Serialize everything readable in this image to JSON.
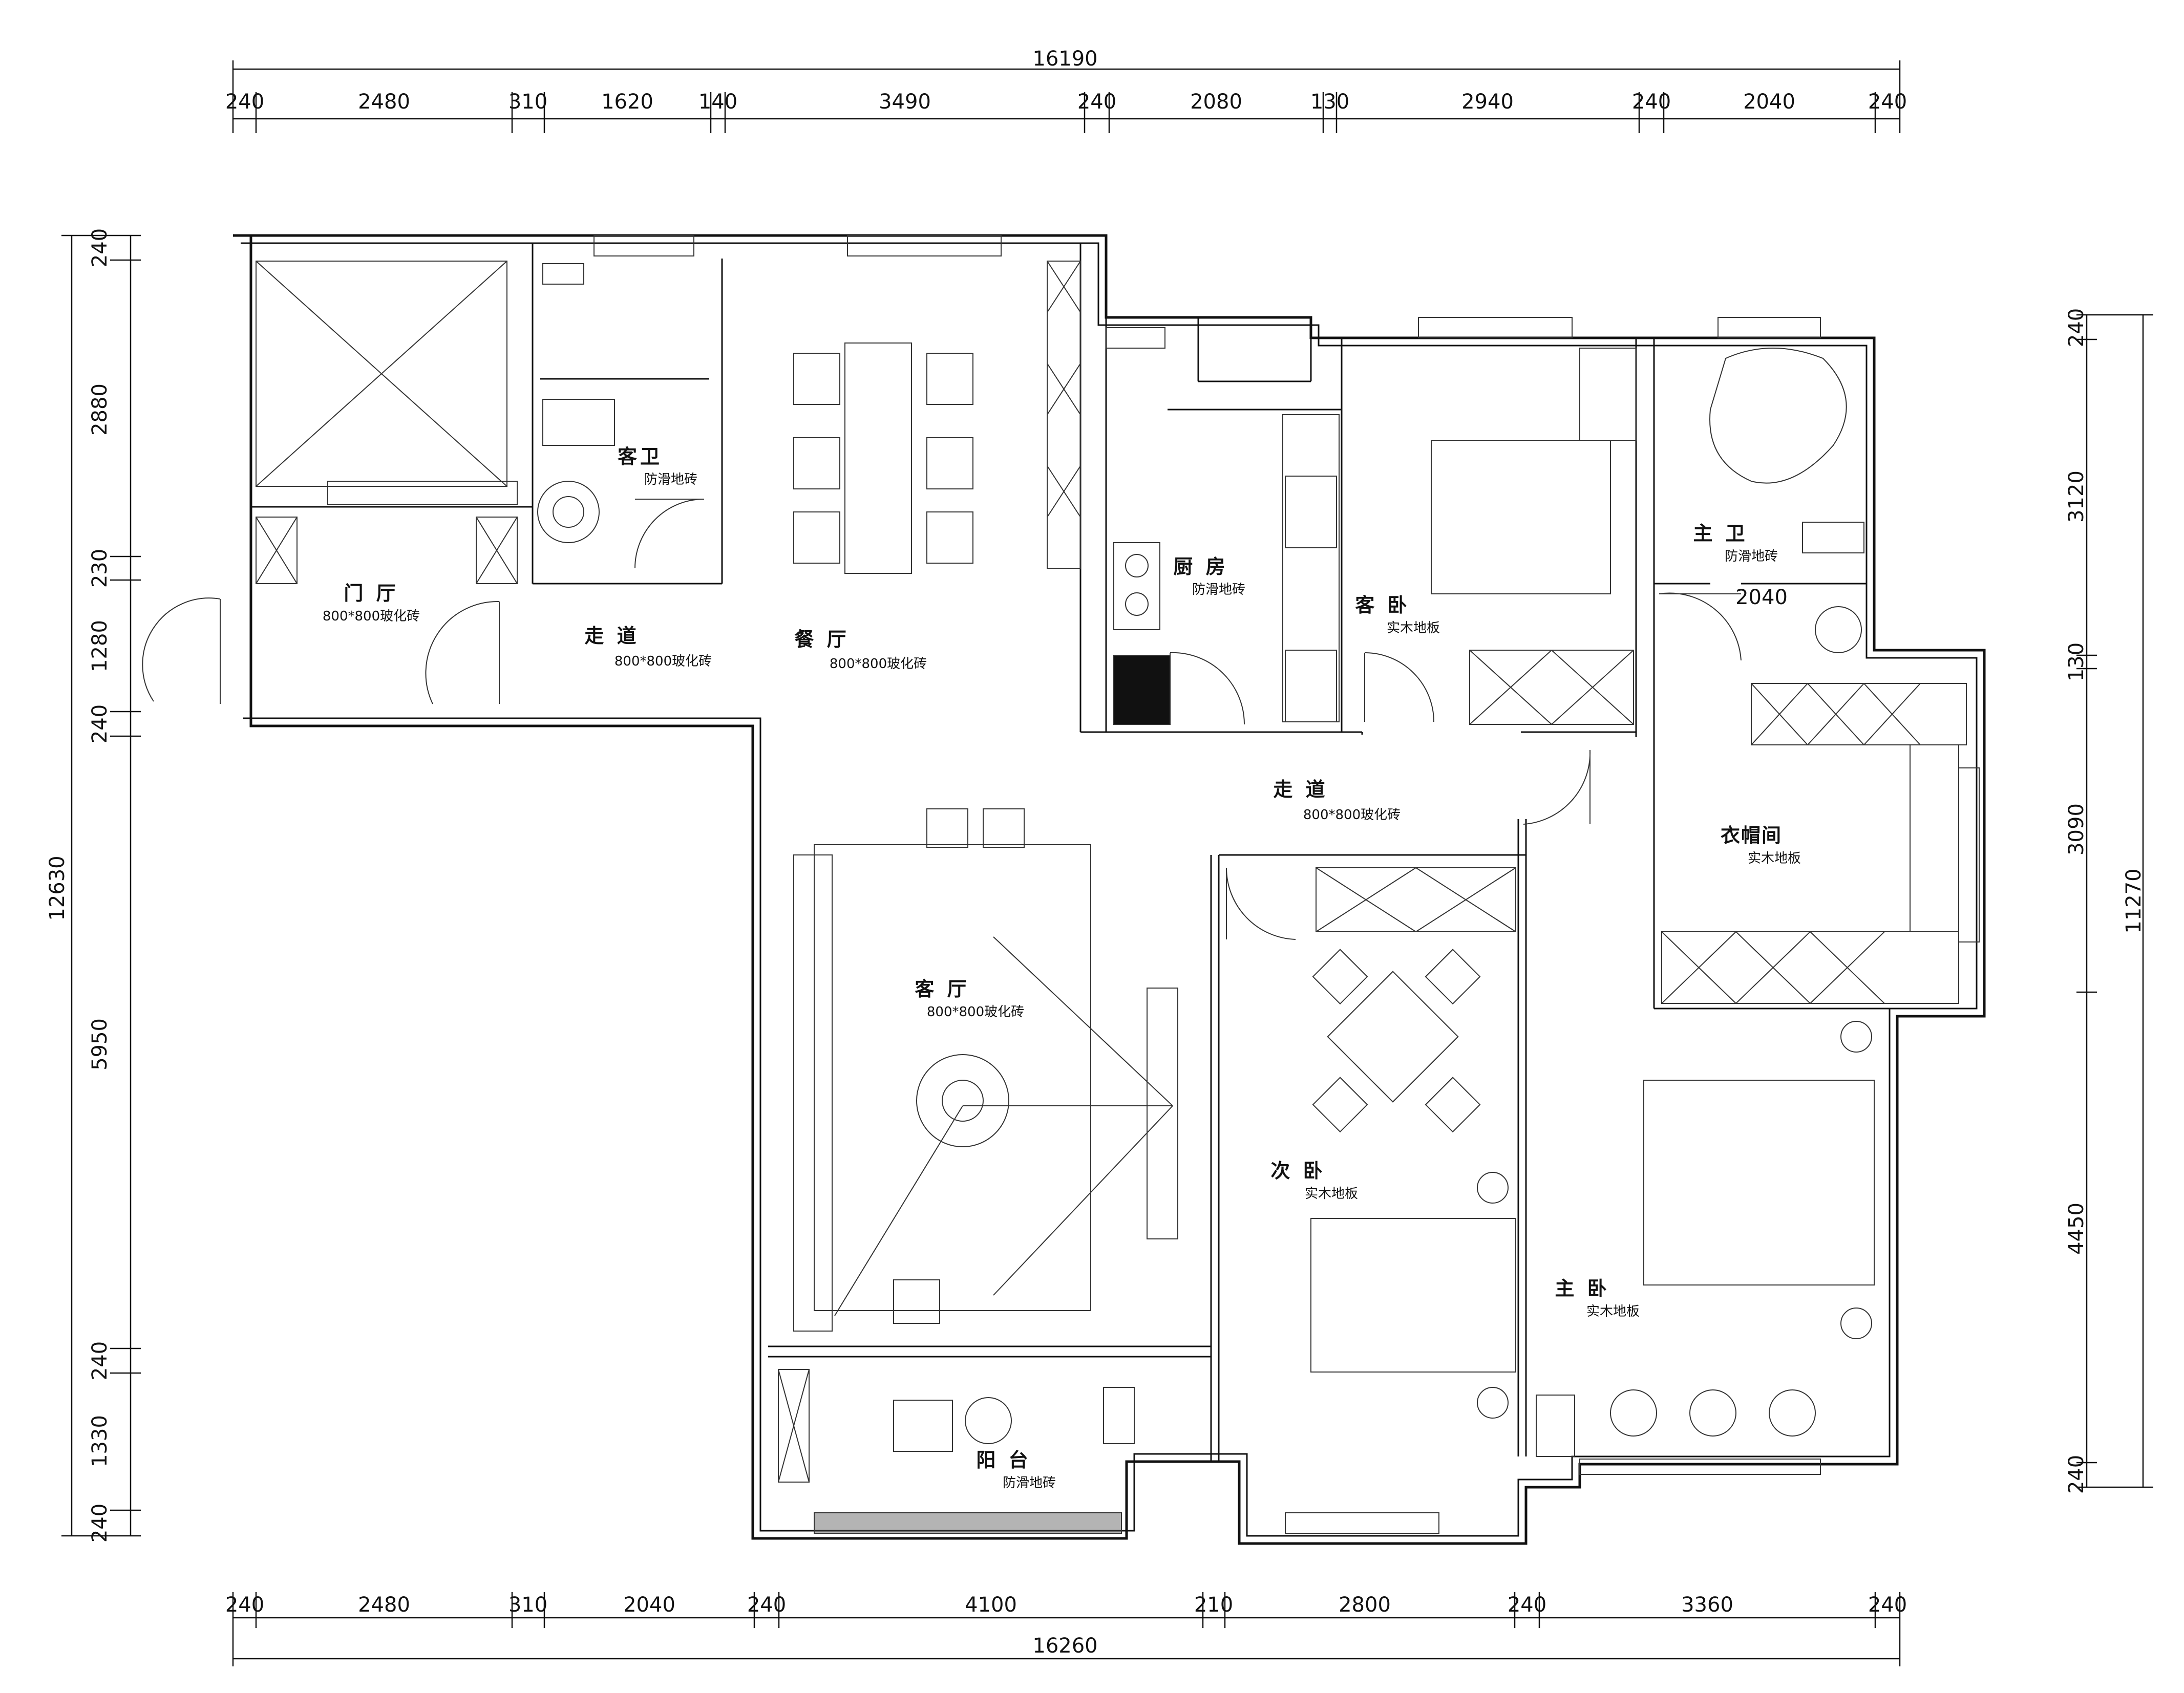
{
  "title": "",
  "dimensions": {
    "top_total": "16190",
    "top_segments": [
      "240",
      "2480",
      "310",
      "1620",
      "140",
      "3490",
      "240",
      "2080",
      "130",
      "2940",
      "240",
      "2040",
      "240"
    ],
    "bottom_total": "16260",
    "bottom_segments": [
      "240",
      "2480",
      "310",
      "2040",
      "240",
      "4100",
      "210",
      "2800",
      "240",
      "3360",
      "240"
    ],
    "left_total": "12630",
    "left_segments": [
      "240",
      "2880",
      "230",
      "1280",
      "240",
      "5950",
      "240",
      "1330",
      "240"
    ],
    "right_total": "11270",
    "right_segments": [
      "240",
      "3120",
      "130",
      "3090",
      "4450",
      "240"
    ],
    "interior_label": "2040"
  },
  "rooms": [
    {
      "name": "门 厅",
      "floor": "800*800玻化砖"
    },
    {
      "name": "客卫",
      "floor": "防滑地砖"
    },
    {
      "name": "走 道",
      "floor": "800*800玻化砖"
    },
    {
      "name": "餐 厅",
      "floor": "800*800玻化砖"
    },
    {
      "name": "厨 房",
      "floor": "防滑地砖"
    },
    {
      "name": "客 卧",
      "floor": "实木地板"
    },
    {
      "name": "主 卫",
      "floor": "防滑地砖"
    },
    {
      "name": "走 道",
      "floor": "800*800玻化砖"
    },
    {
      "name": "衣帽间",
      "floor": "实木地板"
    },
    {
      "name": "客 厅",
      "floor": "800*800玻化砖"
    },
    {
      "name": "次 卧",
      "floor": "实木地板"
    },
    {
      "name": "主 卧",
      "floor": "实木地板"
    },
    {
      "name": "阳 台",
      "floor": "防滑地砖"
    }
  ],
  "colors": {
    "line": "#111111",
    "background": "#ffffff"
  }
}
